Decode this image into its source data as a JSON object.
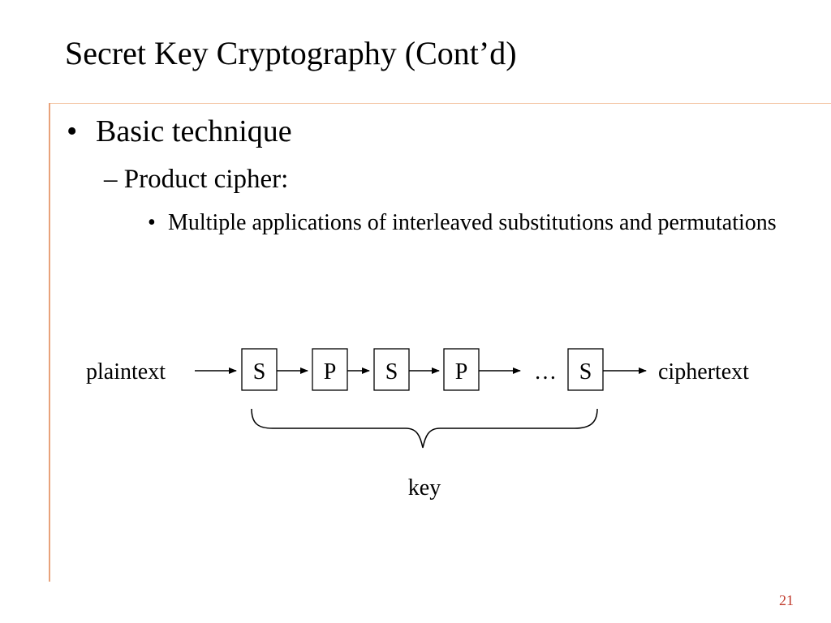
{
  "slide": {
    "title": "Secret Key Cryptography (Cont’d)",
    "number": "21",
    "accent_color": "#e8a27a",
    "number_color": "#c0392b"
  },
  "bullets": {
    "level1": {
      "mark": "•",
      "text": "Basic technique"
    },
    "level2": {
      "text": "– Product cipher:"
    },
    "level3": {
      "mark": "•",
      "text": "Multiple applications of interleaved substitutions and permutations"
    }
  },
  "diagram": {
    "input_label": "plaintext",
    "output_label": "ciphertext",
    "boxes": [
      "S",
      "P",
      "S",
      "P",
      "S"
    ],
    "ellipsis": "…",
    "brace_label": "key"
  }
}
